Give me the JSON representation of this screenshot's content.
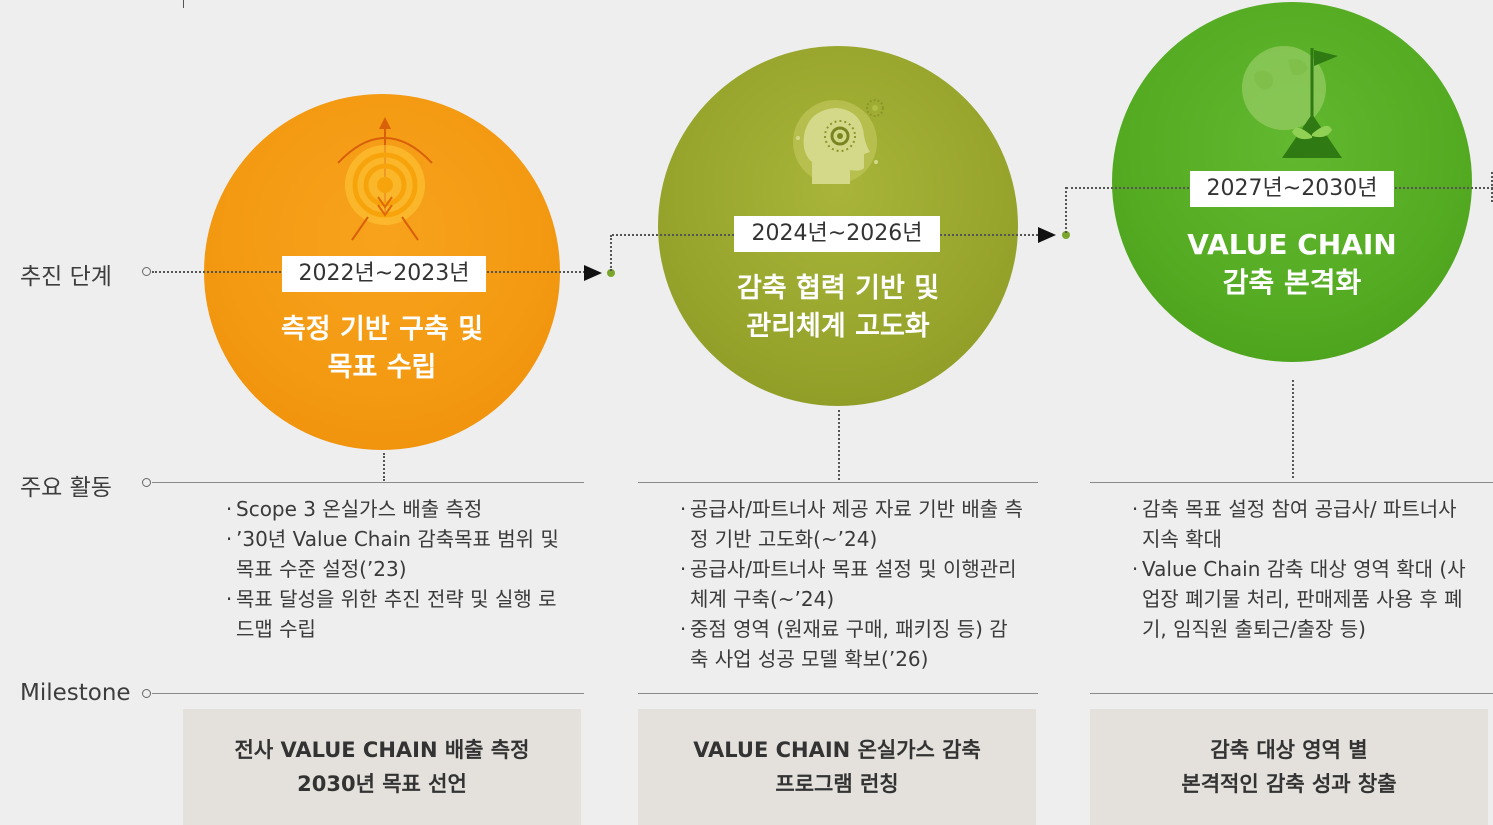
{
  "row_labels": {
    "stage": "추진 단계",
    "activities": "주요 활동",
    "milestone": "Milestone"
  },
  "phases": [
    {
      "period": "2022년~2023년",
      "title_line1": "측정 기반 구축 및",
      "title_line2": "목표 수립",
      "icon": "target-arrow-icon",
      "color": "#f39a12",
      "activities": [
        "Scope 3 온실가스 배출 측정",
        "’30년 Value Chain 감축목표 범위 및 목표 수준 설정(’23)",
        "목표 달성을 위한 추진 전략 및 실행 로드맵 수립"
      ],
      "milestone_line1": "전사 VALUE CHAIN 배출 측정",
      "milestone_line2": "2030년 목표 선언"
    },
    {
      "period": "2024년~2026년",
      "title_line1": "감축 협력 기반 및",
      "title_line2": "관리체계 고도화",
      "icon": "head-gear-icon",
      "color": "#97a42c",
      "activities": [
        "공급사/파트너사 제공 자료 기반 배출 측정 기반 고도화(~’24)",
        "공급사/파트너사 목표 설정 및 이행관리 체계 구축(~’24)",
        "중점 영역 (원재료 구매, 패키징 등) 감축 사업 성공 모델 확보(’26)"
      ],
      "milestone_line1": "VALUE CHAIN 온실가스 감축",
      "milestone_line2": "프로그램 런칭"
    },
    {
      "period": "2027년~2030년",
      "title_line1": "VALUE CHAIN",
      "title_line2": "감축 본격화",
      "icon": "earth-flag-sprout-icon",
      "color": "#54ab22",
      "activities": [
        "감축 목표 설정 참여 공급사/ 파트너사 지속 확대",
        "Value Chain 감축 대상 영역 확대 (사업장 폐기물 처리, 판매제품 사용 후 폐기, 임직원 출퇴근/출장 등)"
      ],
      "milestone_line1": "감축 대상 영역 별",
      "milestone_line2": "본격적인 감축 성과 창출"
    }
  ]
}
